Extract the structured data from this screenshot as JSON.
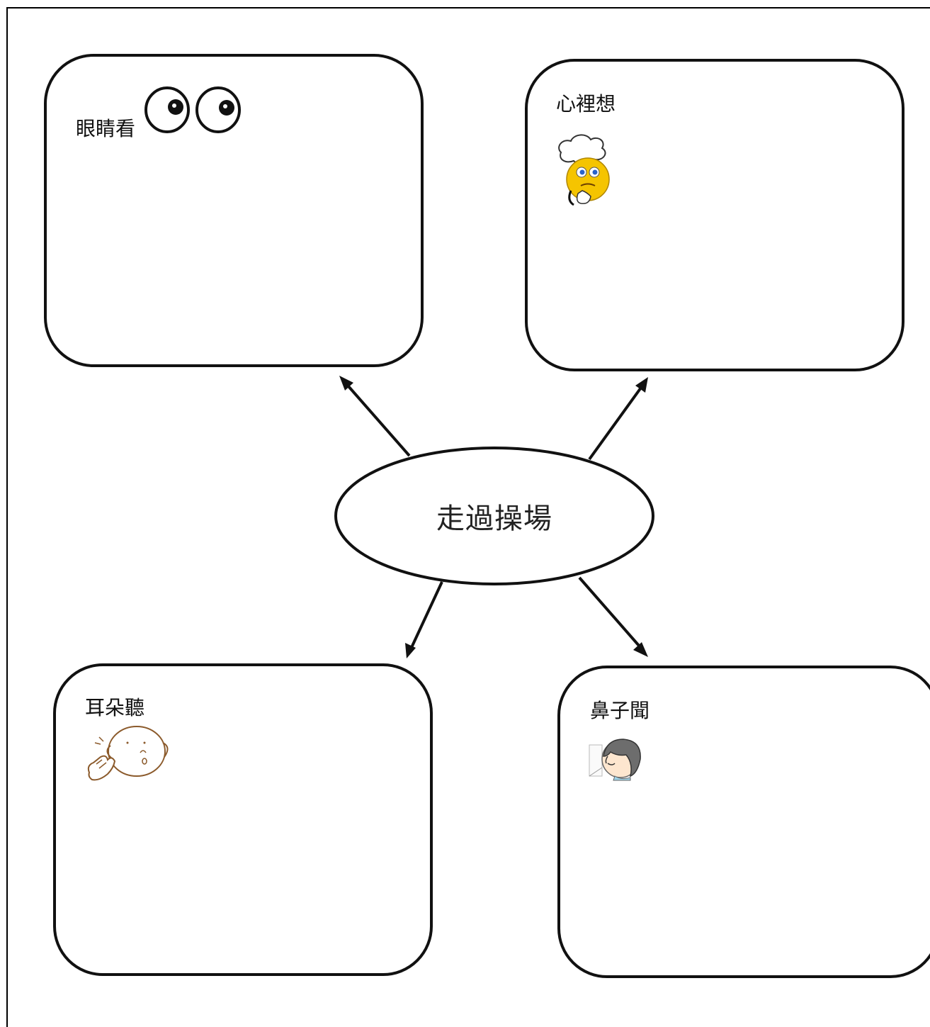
{
  "center": {
    "label": "走過操場"
  },
  "boxes": {
    "see": {
      "label": "眼睛看",
      "icon": "eyes-icon"
    },
    "think": {
      "label": "心裡想",
      "icon": "thinking-face-icon"
    },
    "hear": {
      "label": "耳朵聽",
      "icon": "listening-ear-icon"
    },
    "smell": {
      "label": "鼻子聞",
      "icon": "smelling-person-icon"
    }
  }
}
